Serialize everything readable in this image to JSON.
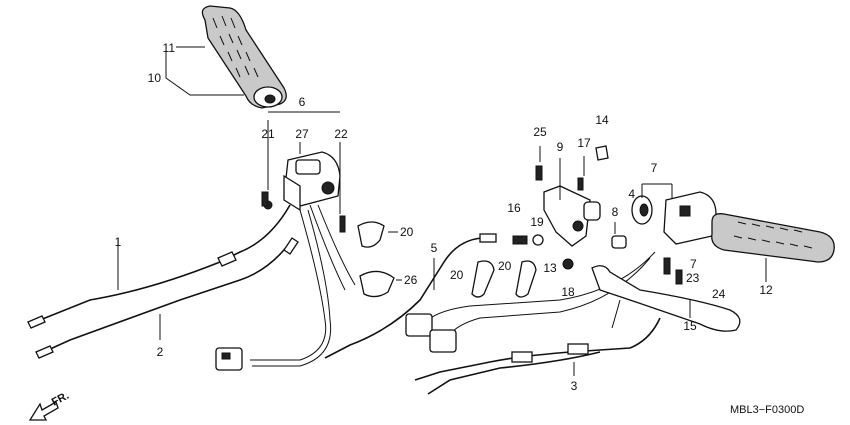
{
  "diagram": {
    "figure_code": "MBL3−F0300D",
    "front_marker": "FR.",
    "callouts": {
      "c1": "1",
      "c2": "2",
      "c3": "3",
      "c4": "4",
      "c5": "5",
      "c6": "6",
      "c7a": "7",
      "c7b": "7",
      "c8": "8",
      "c9": "9",
      "c10": "10",
      "c11": "11",
      "c12": "12",
      "c13": "13",
      "c14": "14",
      "c15": "15",
      "c16": "16",
      "c17": "17",
      "c18": "18",
      "c19": "19",
      "c20a": "20",
      "c20b": "20",
      "c20c": "20",
      "c21": "21",
      "c22": "22",
      "c23": "23",
      "c24": "24",
      "c25": "25",
      "c26": "26",
      "c27": "27"
    }
  }
}
